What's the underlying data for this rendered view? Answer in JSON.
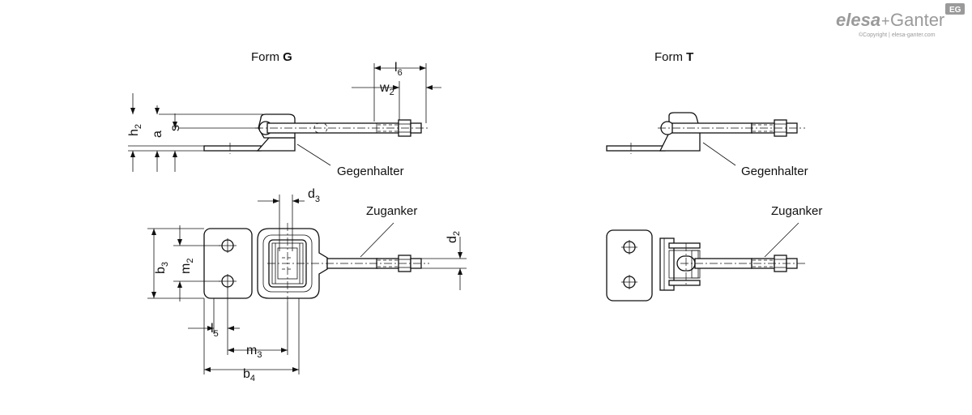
{
  "brand": {
    "name_part1": "elesa",
    "name_sep": "+",
    "name_part2": "Ganter",
    "badge": "EG",
    "copyright": "©Copyright | elesa-ganter.com",
    "color": "#9a9a9a"
  },
  "views": {
    "form_g": {
      "prefix": "Form ",
      "letter": "G",
      "counter_holder": "Gegenhalter",
      "tension_anchor": "Zuganker"
    },
    "form_t": {
      "prefix": "Form ",
      "letter": "T",
      "counter_holder": "Gegenhalter",
      "tension_anchor": "Zuganker"
    }
  },
  "dimensions": {
    "l6": {
      "base": "l",
      "sub": "6"
    },
    "w2": {
      "base": "w",
      "sub": "2"
    },
    "h2": {
      "base": "h",
      "sub": "2"
    },
    "a": {
      "base": "a",
      "sub": ""
    },
    "s": {
      "base": "s",
      "sub": ""
    },
    "d3": {
      "base": "d",
      "sub": "3"
    },
    "d2": {
      "base": "d",
      "sub": "2"
    },
    "b3": {
      "base": "b",
      "sub": "3"
    },
    "m2": {
      "base": "m",
      "sub": "2"
    },
    "l5": {
      "base": "l",
      "sub": "5"
    },
    "m3": {
      "base": "m",
      "sub": "3"
    },
    "b4": {
      "base": "b",
      "sub": "4"
    }
  }
}
